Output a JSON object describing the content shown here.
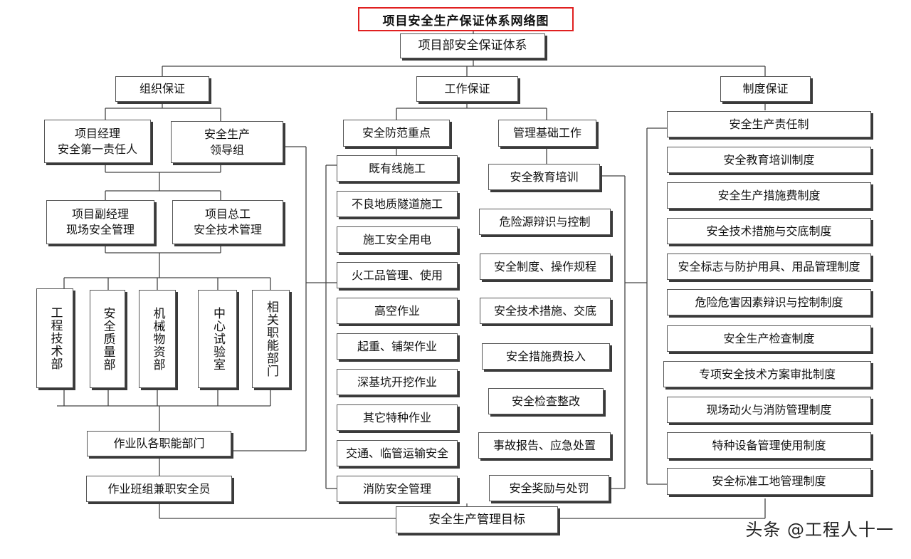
{
  "title": "项目安全生产保证体系网络图",
  "root": "项目部安全保证体系",
  "sections": {
    "org": "组织保证",
    "work": "工作保证",
    "system": "制度保证"
  },
  "org": {
    "pm_line1": "项目经理",
    "pm_line2": "安全第一责任人",
    "leader_line1": "安全生产",
    "leader_line2": "领导组",
    "deputy_line1": "项目副经理",
    "deputy_line2": "现场安全管理",
    "engineer_line1": "项目总工",
    "engineer_line2": "安全技术管理",
    "departments": [
      "工程技术部",
      "安全质量部",
      "机械物资部",
      "中心试验室",
      "相关职能部门"
    ],
    "team_depts": "作业队各职能部门",
    "crew_safety": "作业班组兼职安全员"
  },
  "work": {
    "focus_header": "安全防范重点",
    "focus_items": [
      "既有线施工",
      "不良地质隧道施工",
      "施工安全用电",
      "火工品管理、使用",
      "高空作业",
      "起重、铺架作业",
      "深基坑开挖作业",
      "其它特种作业",
      "交通、临管运输安全",
      "消防安全管理"
    ],
    "basic_header": "管理基础工作",
    "basic_items": [
      "安全教育培训",
      "危险源辩识与控制",
      "安全制度、操作规程",
      "安全技术措施、交底",
      "安全措施费投入",
      "安全检查整改",
      "事故报告、应急处置",
      "安全奖励与处罚"
    ]
  },
  "system_items": [
    "安全生产责任制",
    "安全教育培训制度",
    "安全生产措施费制度",
    "安全技术措施与交底制度",
    "安全标志与防护用具、用品管理制度",
    "危险危害因素辩识与控制制度",
    "安全生产检查制度",
    "专项安全技术方案审批制度",
    "现场动火与消防管理制度",
    "特种设备管理使用制度",
    "安全标准工地管理制度"
  ],
  "goal": "安全生产管理目标",
  "watermark": "头条 @工程人十一"
}
